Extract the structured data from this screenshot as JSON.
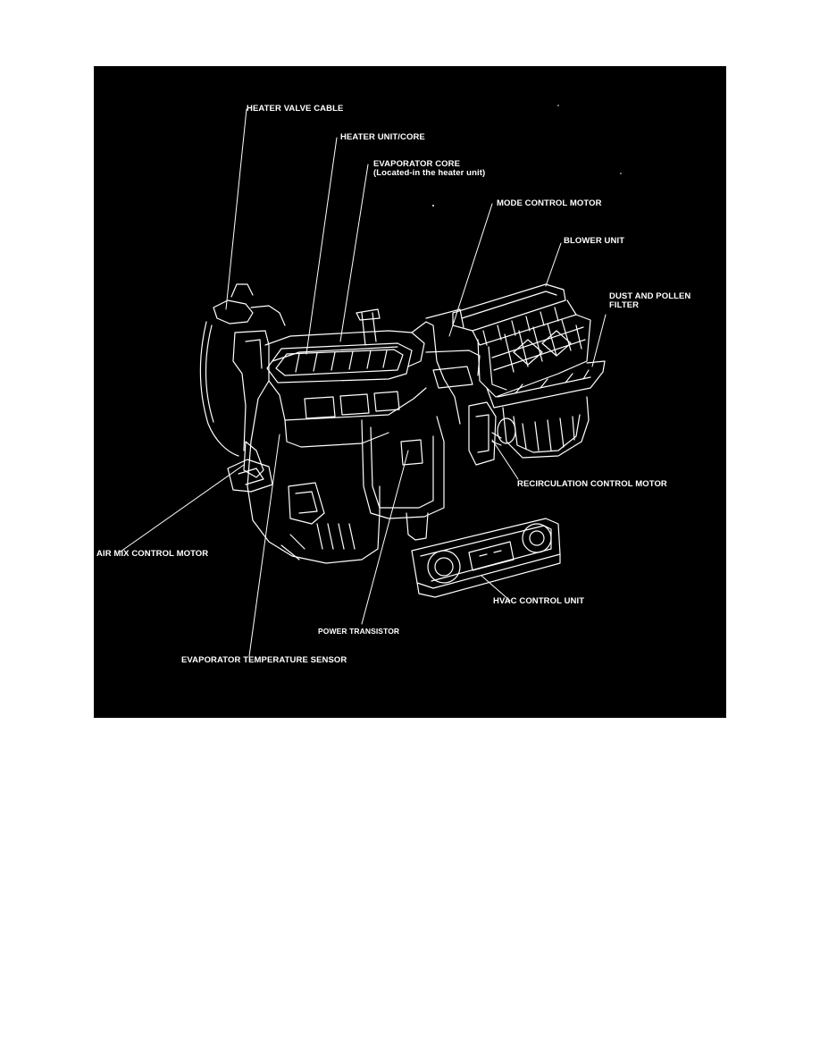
{
  "diagram": {
    "colors": {
      "background": "#000000",
      "ink": "#ffffff"
    },
    "labels": {
      "heater_valve_cable": "HEATER VALVE CABLE",
      "heater_unit_core": "HEATER UNIT/CORE",
      "evaporator_core": "EVAPORATOR CORE",
      "evaporator_core_note": "(Located-in the heater unit)",
      "mode_control_motor": "MODE CONTROL MOTOR",
      "blower_unit": "BLOWER UNIT",
      "dust_pollen_filter_line1": "DUST AND POLLEN",
      "dust_pollen_filter_line2": "FILTER",
      "recirculation_control_motor": "RECIRCULATION CONTROL MOTOR",
      "air_mix_control_motor": "AIR MIX CONTROL MOTOR",
      "hvac_control_unit": "HVAC CONTROL UNIT",
      "power_transistor": "POWER TRANSISTOR",
      "evaporator_temperature_sensor": "EVAPORATOR TEMPERATURE SENSOR"
    }
  }
}
